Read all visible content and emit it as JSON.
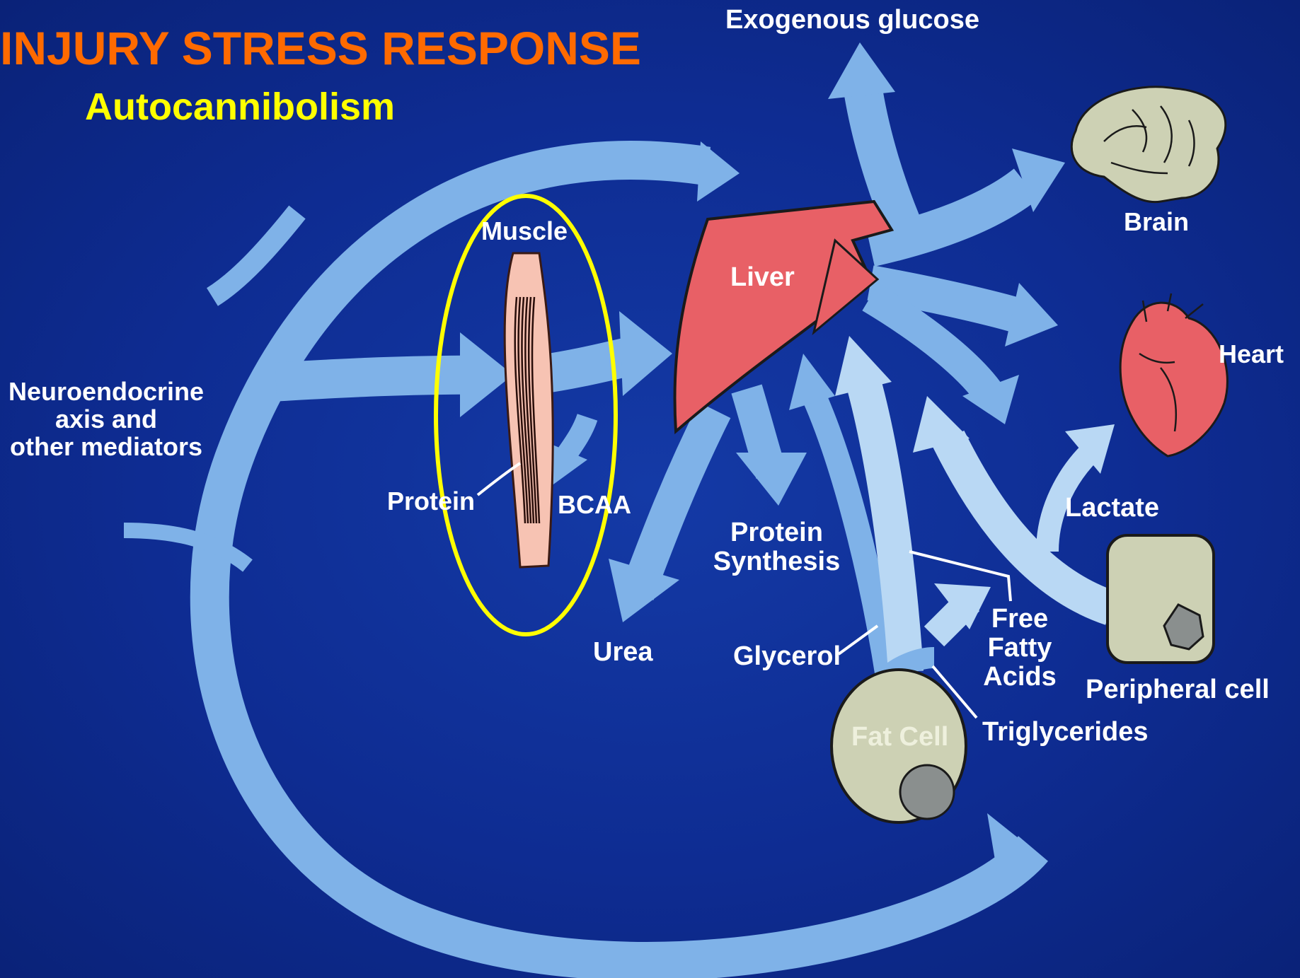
{
  "title": "INJURY STRESS RESPONSE",
  "subtitle": "Autocannibolism",
  "colors": {
    "background": "#0e2c92",
    "title": "#ff6a00",
    "subtitle": "#ffff00",
    "flow": "#7fb2e8",
    "flow_light": "#b9d8f4",
    "liver": "#e86066",
    "muscle": "#f7c3b3",
    "cell": "#cdd1b4",
    "highlight_ellipse": "#ffff00"
  },
  "labels": {
    "exogenous_glucose": "Exogenous glucose",
    "brain": "Brain",
    "heart": "Heart",
    "muscle": "Muscle",
    "liver": "Liver",
    "neuroendocrine": [
      "Neuroendocrine",
      "axis and",
      "other mediators"
    ],
    "protein": "Protein",
    "bcaa": "BCAA",
    "protein_synthesis": [
      "Protein",
      "Synthesis"
    ],
    "urea": "Urea",
    "glycerol": "Glycerol",
    "free_fatty_acids": [
      "Free",
      "Fatty",
      "Acids"
    ],
    "lactate": "Lactate",
    "peripheral_cell": "Peripheral cell",
    "fat_cell": "Fat Cell",
    "triglycerides": "Triglycerides"
  }
}
